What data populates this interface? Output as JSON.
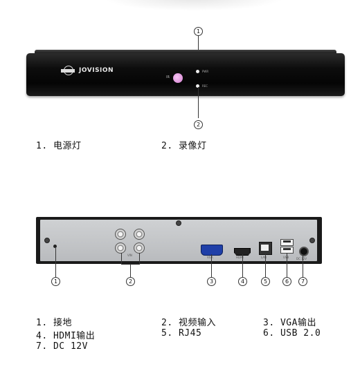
{
  "front_panel": {
    "brand": "JOVISION",
    "ir_label": "IR",
    "led_labels": [
      "PWR",
      "REC"
    ],
    "callouts": [
      "1",
      "2"
    ]
  },
  "front_captions": [
    "1.  电源灯",
    "2.  录像灯"
  ],
  "rear_panel": {
    "port_labels": [
      "VIN",
      "VGA",
      "HDMI",
      "LAN",
      "USB",
      "DC 12V"
    ],
    "callouts": [
      "1",
      "2",
      "3",
      "4",
      "5",
      "6",
      "7"
    ]
  },
  "rear_captions": [
    "1.  接地",
    "2.  视频输入",
    "3.  VGA输出",
    "4.  HDMI输出",
    "5.  RJ45",
    "6.  USB 2.0",
    "7.  DC 12V"
  ]
}
